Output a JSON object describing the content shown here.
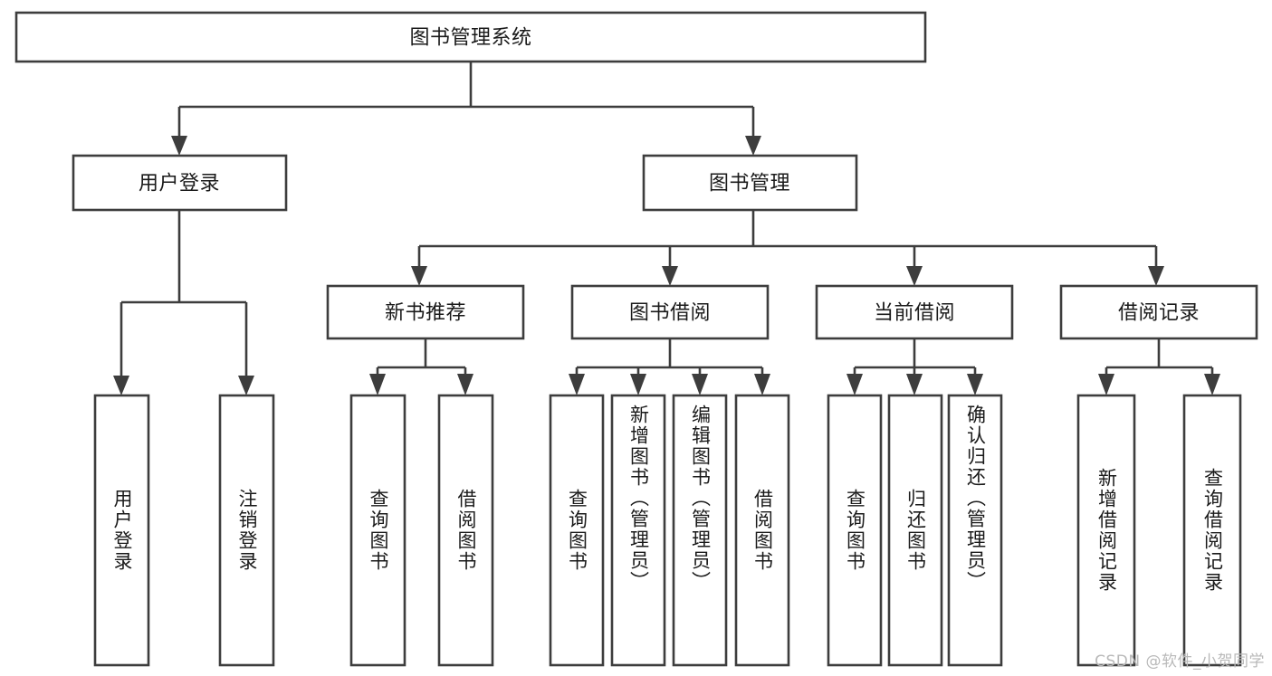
{
  "diagram": {
    "type": "tree-hierarchy-chart",
    "title": "图书管理系统",
    "watermark": "CSDN @软件_小贺同学",
    "colors": {
      "stroke": "#3d3d3d",
      "fill": "#ffffff",
      "text": "#1a1a1a",
      "watermark": "#b9b9b9",
      "background": "#ffffff"
    },
    "levels": [
      {
        "level": 1,
        "nodes": [
          {
            "id": "root",
            "label": "图书管理系统",
            "orientation": "horizontal"
          }
        ]
      },
      {
        "level": 2,
        "nodes": [
          {
            "id": "user-login",
            "label": "用户登录",
            "orientation": "horizontal",
            "parent": "root"
          },
          {
            "id": "book-manage",
            "label": "图书管理",
            "orientation": "horizontal",
            "parent": "root"
          }
        ]
      },
      {
        "level": 3,
        "nodes": [
          {
            "id": "new-book-rec",
            "label": "新书推荐",
            "orientation": "horizontal",
            "parent": "book-manage"
          },
          {
            "id": "book-borrow",
            "label": "图书借阅",
            "orientation": "horizontal",
            "parent": "book-manage"
          },
          {
            "id": "current-borrow",
            "label": "当前借阅",
            "orientation": "horizontal",
            "parent": "book-manage"
          },
          {
            "id": "borrow-record",
            "label": "借阅记录",
            "orientation": "horizontal",
            "parent": "book-manage"
          }
        ]
      },
      {
        "level": 4,
        "nodes": [
          {
            "id": "leaf-user-login",
            "label": "用户登录",
            "orientation": "vertical",
            "parent": "user-login"
          },
          {
            "id": "leaf-logout",
            "label": "注销登录",
            "orientation": "vertical",
            "parent": "user-login"
          },
          {
            "id": "leaf-query-book-1",
            "label": "查询图书",
            "orientation": "vertical",
            "parent": "new-book-rec"
          },
          {
            "id": "leaf-borrow-book-1",
            "label": "借阅图书",
            "orientation": "vertical",
            "parent": "new-book-rec"
          },
          {
            "id": "leaf-query-book-2",
            "label": "查询图书",
            "orientation": "vertical",
            "parent": "book-borrow"
          },
          {
            "id": "leaf-add-book",
            "label": "新增图书（管理员）",
            "orientation": "vertical",
            "parent": "book-borrow"
          },
          {
            "id": "leaf-edit-book",
            "label": "编辑图书（管理员）",
            "orientation": "vertical",
            "parent": "book-borrow"
          },
          {
            "id": "leaf-borrow-book-2",
            "label": "借阅图书",
            "orientation": "vertical",
            "parent": "book-borrow"
          },
          {
            "id": "leaf-query-book-3",
            "label": "查询图书",
            "orientation": "vertical",
            "parent": "current-borrow"
          },
          {
            "id": "leaf-return-book",
            "label": "归还图书",
            "orientation": "vertical",
            "parent": "current-borrow"
          },
          {
            "id": "leaf-confirm-return",
            "label": "确认归还（管理员）",
            "orientation": "vertical",
            "parent": "current-borrow"
          },
          {
            "id": "leaf-add-record",
            "label": "新增借阅记录",
            "orientation": "vertical",
            "parent": "borrow-record"
          },
          {
            "id": "leaf-query-record",
            "label": "查询借阅记录",
            "orientation": "vertical",
            "parent": "borrow-record"
          }
        ]
      }
    ]
  }
}
